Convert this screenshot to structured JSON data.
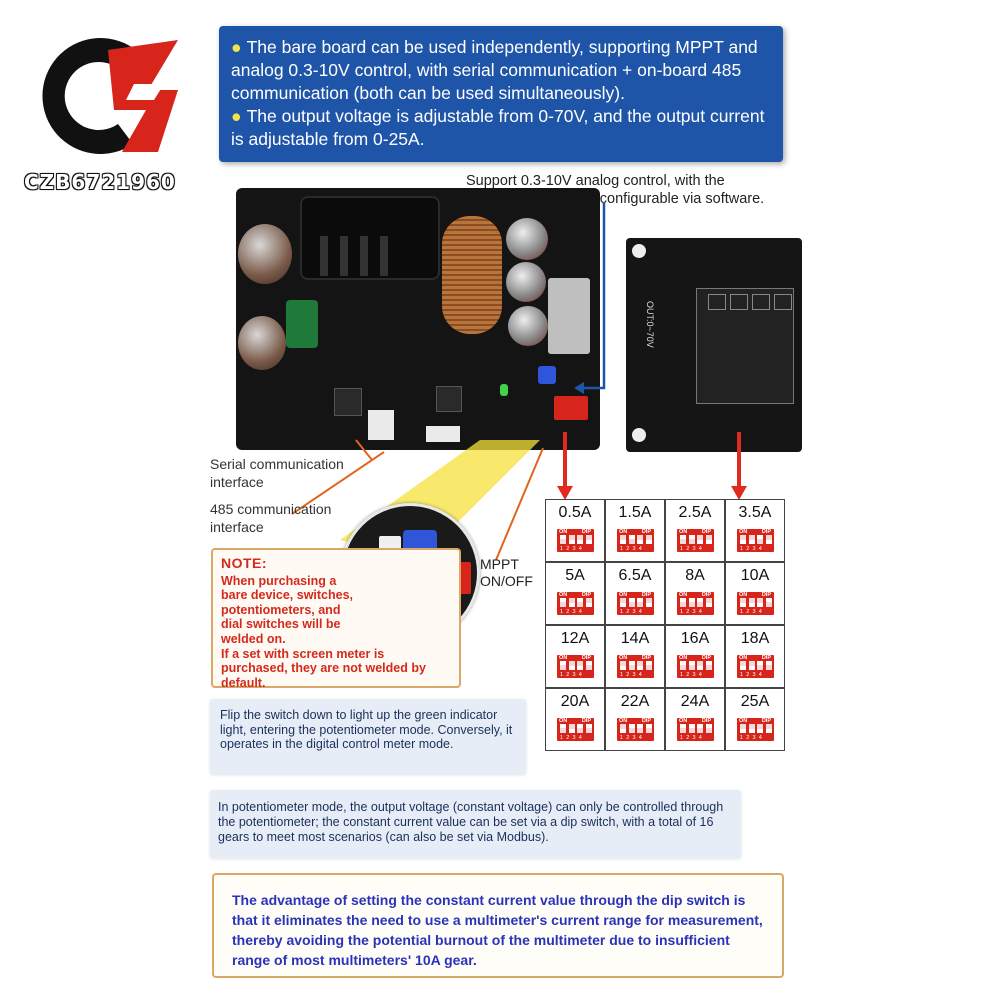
{
  "logo": {
    "text": "CZB6721960"
  },
  "banner": {
    "bullet1": "The bare board can be used independently, supporting MPPT and analog 0.3-10V control, with serial communication + on-board 485 communication (both can be used simultaneously).",
    "bullet2": "The output voltage is adjustable from 0-70V, and the output current is adjustable from 0-25A."
  },
  "analog_note": "Support 0.3-10V analog control, with the measurement range configurable via software.",
  "labels": {
    "serial": "Serial communication interface",
    "rs485": "485 communication interface",
    "mppt": "MPPT ON/OFF"
  },
  "board2_label": "OUT:0~70V",
  "note": {
    "title": "NOTE:",
    "body": "When purchasing a bare device, switches, potentiometers, and dial switches will be welded on.",
    "body2": "If a set with screen meter is purchased, they are not welded by default."
  },
  "dip_table": {
    "switch_on_label": "ON",
    "switch_dip_label": "DIP",
    "switch_numbers": "1234",
    "cells": [
      {
        "amp": "0.5A",
        "on": [
          true,
          false,
          false,
          false
        ]
      },
      {
        "amp": "1.5A",
        "on": [
          false,
          true,
          false,
          false
        ]
      },
      {
        "amp": "2.5A",
        "on": [
          true,
          true,
          false,
          false
        ]
      },
      {
        "amp": "3.5A",
        "on": [
          false,
          false,
          true,
          false
        ]
      },
      {
        "amp": "5A",
        "on": [
          true,
          false,
          true,
          false
        ]
      },
      {
        "amp": "6.5A",
        "on": [
          false,
          true,
          true,
          false
        ]
      },
      {
        "amp": "8A",
        "on": [
          true,
          true,
          true,
          false
        ]
      },
      {
        "amp": "10A",
        "on": [
          false,
          false,
          false,
          true
        ]
      },
      {
        "amp": "12A",
        "on": [
          true,
          false,
          false,
          true
        ]
      },
      {
        "amp": "14A",
        "on": [
          false,
          true,
          false,
          true
        ]
      },
      {
        "amp": "16A",
        "on": [
          true,
          true,
          false,
          true
        ]
      },
      {
        "amp": "18A",
        "on": [
          false,
          false,
          true,
          true
        ]
      },
      {
        "amp": "20A",
        "on": [
          true,
          false,
          true,
          true
        ]
      },
      {
        "amp": "22A",
        "on": [
          false,
          true,
          true,
          true
        ]
      },
      {
        "amp": "24A",
        "on": [
          true,
          true,
          true,
          true
        ]
      },
      {
        "amp": "25A",
        "on": [
          false,
          false,
          false,
          false
        ]
      }
    ]
  },
  "info1": "Flip the switch down to light up the green indicator light, entering the potentiometer mode. Conversely, it operates in the digital control meter mode.",
  "info2": "In potentiometer mode, the output voltage (constant voltage) can only be controlled through the potentiometer; the constant current value can be set via a dip switch, with a total of 16 gears to meet most scenarios (can also be set via Modbus).",
  "advantage": "The advantage of setting the constant current value through the dip switch is that it eliminates the need to use a multimeter's current range for measurement, thereby avoiding the potential burnout of the multimeter due to insufficient range of most multimeters' 10A gear.",
  "colors": {
    "banner": "#1f55a8",
    "bullet": "#f2e34a",
    "note_text": "#d42a1e",
    "note_border": "#d9a766",
    "dip_red": "#d8251c",
    "info_bg": "#e6edf6",
    "advantage_text": "#2a33b8",
    "arrow_red": "#e02a20",
    "arrow_blue": "#1f55a8",
    "pointer_orange": "#e0651d"
  }
}
